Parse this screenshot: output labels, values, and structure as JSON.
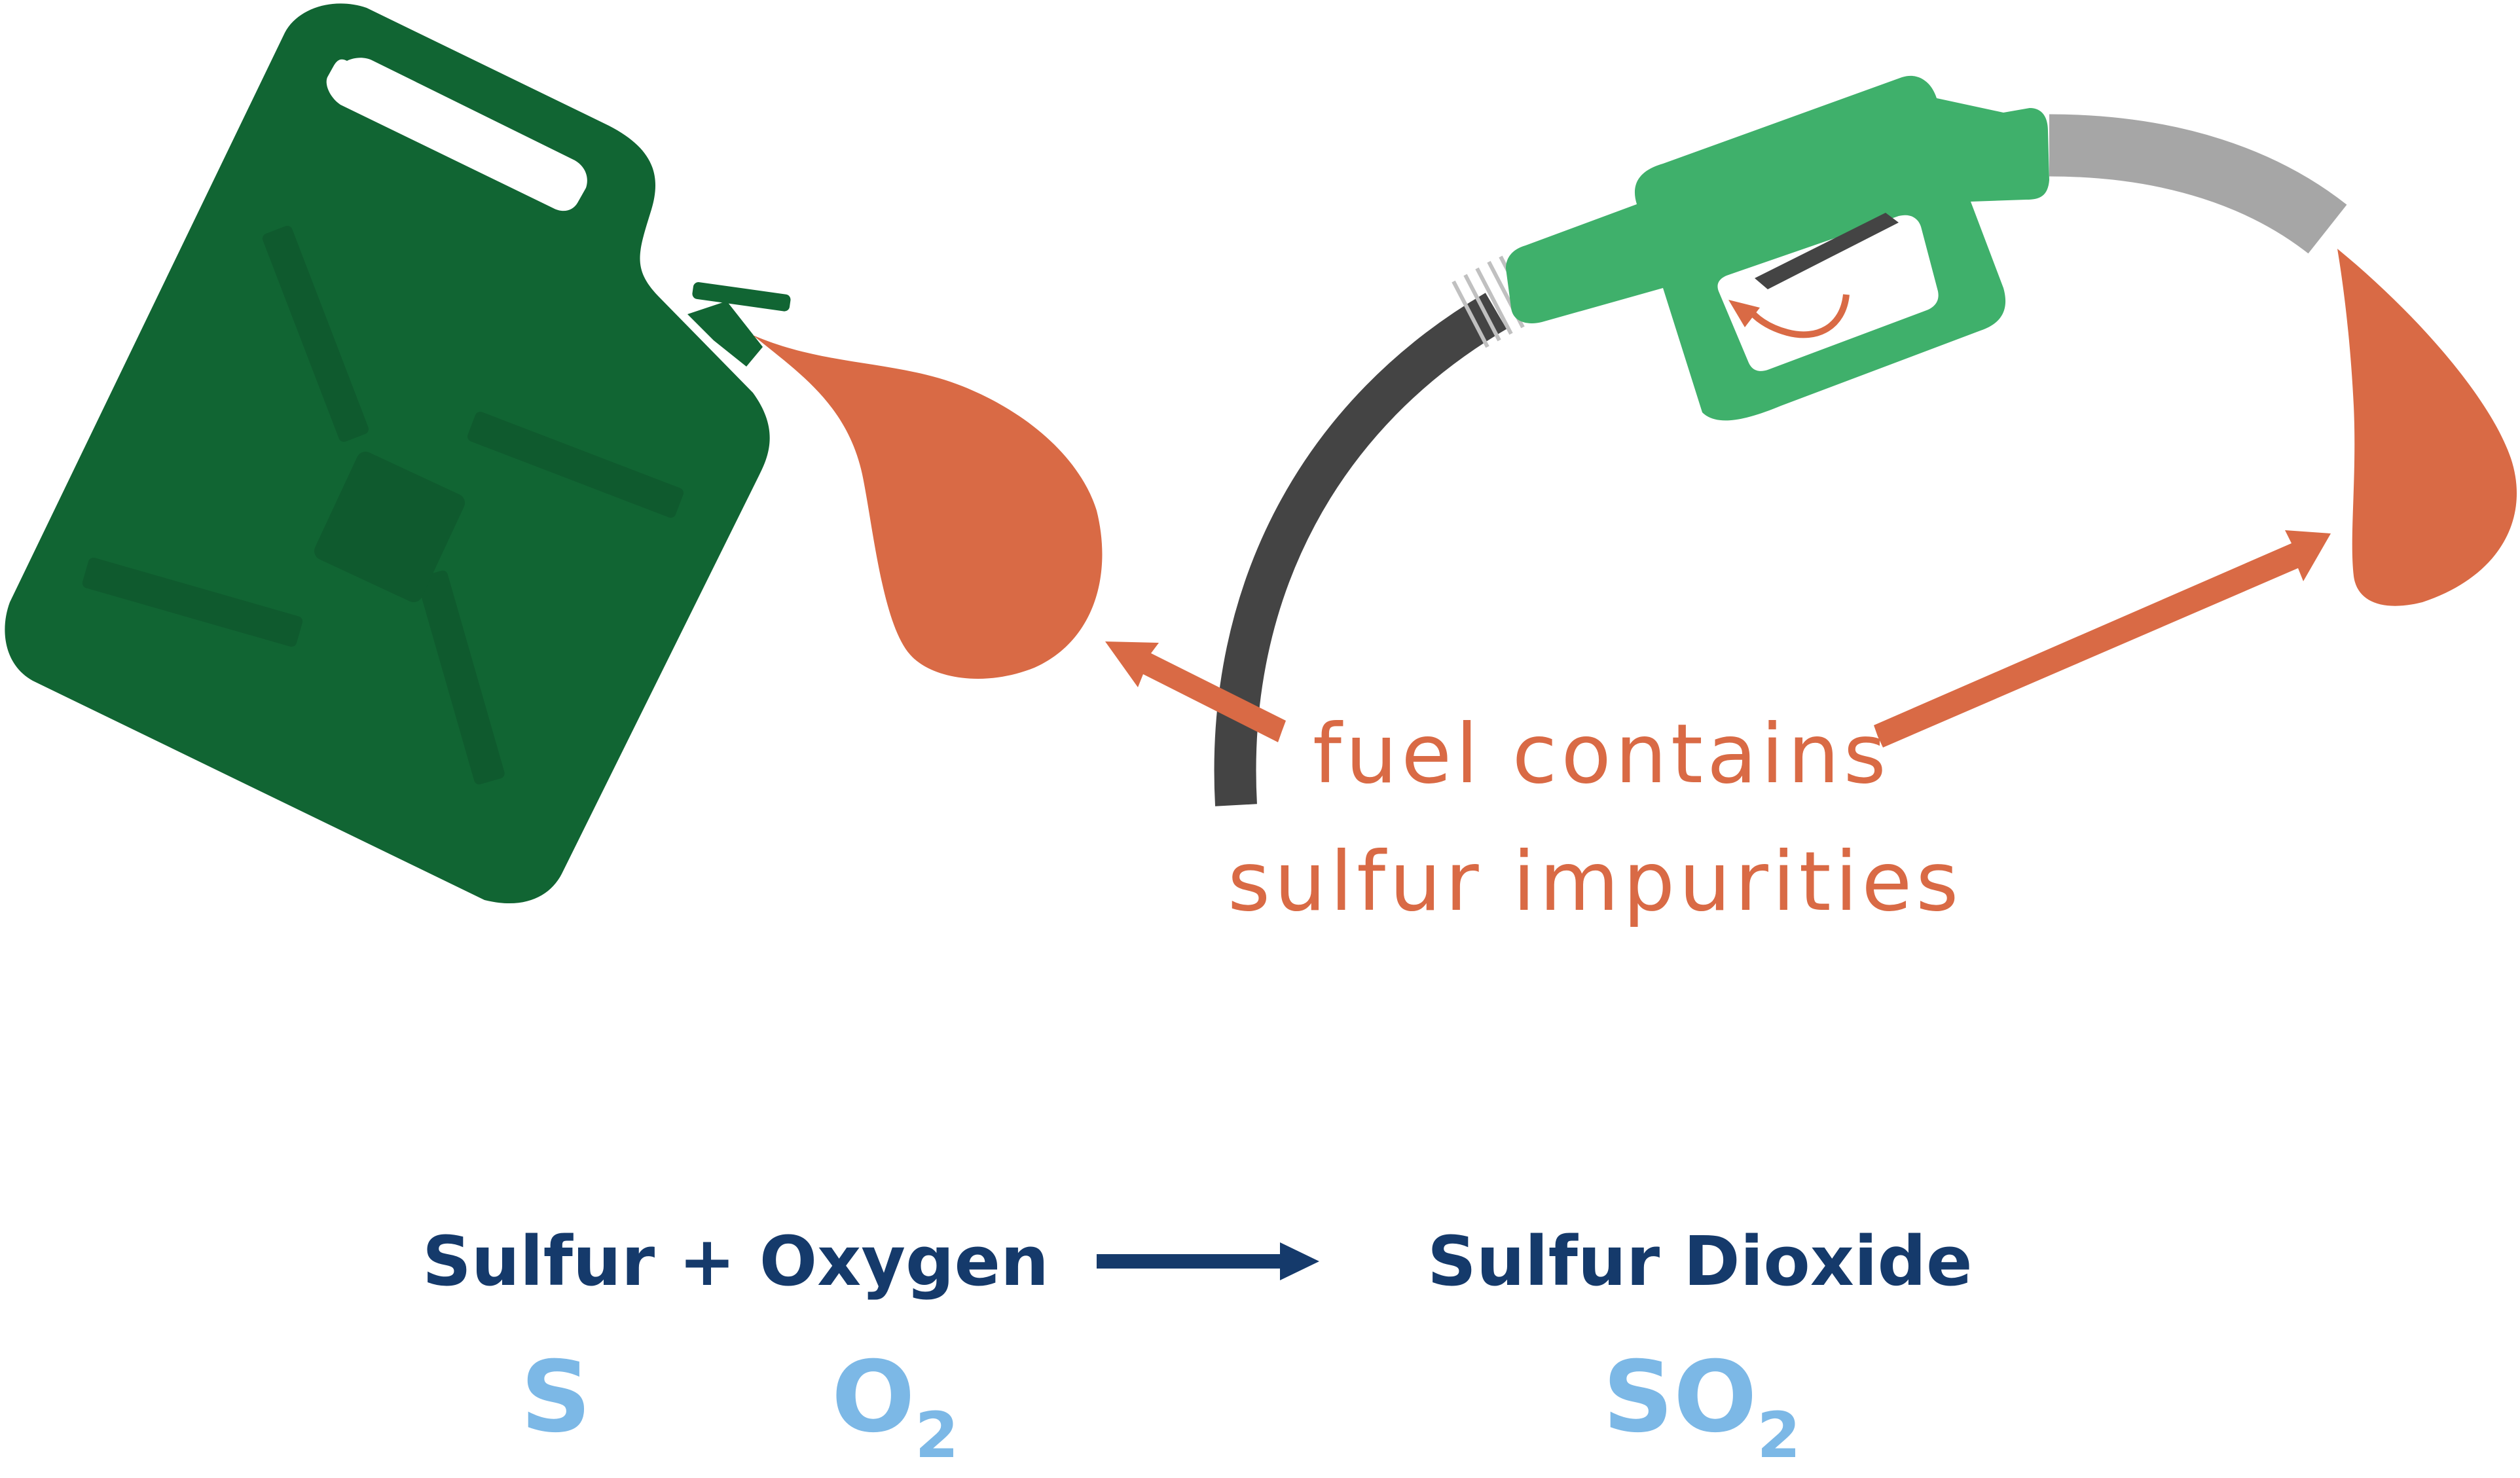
{
  "annotation": {
    "line1": "fuel contains",
    "line2": "sulfur impurities"
  },
  "equation": {
    "reactant1_name": "Sulfur",
    "plus": "+",
    "reactant2_name": "Oxygen",
    "product_name": "Sulfur Dioxide",
    "reactant1_formula": "S",
    "reactant2_formula": "O",
    "reactant2_subscript": "2",
    "product_formula": "SO",
    "product_subscript": "2"
  },
  "icons": [
    "jerry-can-icon",
    "fuel-nozzle-icon",
    "fuel-drop-icon",
    "fuel-hose-icon",
    "recycle-arrow-icon"
  ],
  "colors": {
    "can_green": "#116533",
    "can_dark": "#0f5a2e",
    "nozzle_green": "#3fb06b",
    "fuel_orange": "#d96a45",
    "hose_dark": "#444444",
    "hose_grey": "#a6a6a6",
    "equation_navy": "#153a6b",
    "formula_blue": "#7cb8e6"
  }
}
